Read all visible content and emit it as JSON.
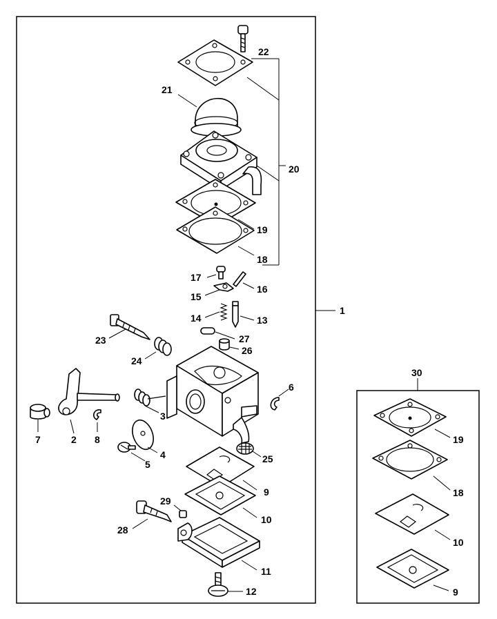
{
  "main_assembly": {
    "label": "1"
  },
  "kit_assembly": {
    "label": "30"
  },
  "parts": {
    "p2": "2",
    "p3": "3",
    "p4": "4",
    "p5": "5",
    "p6": "6",
    "p7": "7",
    "p8": "8",
    "p10": "10",
    "p11": "11",
    "p12": "12",
    "p13": "13",
    "p14": "14",
    "p15": "15",
    "p16": "16",
    "p17": "17",
    "p18": "18",
    "p19": "19",
    "p20": "20",
    "p21": "21",
    "p22": "22",
    "p23": "23",
    "p24": "24",
    "p25": "25",
    "p26": "26",
    "p27": "27",
    "p28": "28",
    "p29": "29",
    "p9": "9"
  },
  "kit_parts": {
    "k19": "19",
    "k18": "18",
    "k10": "10",
    "k9": "9"
  }
}
